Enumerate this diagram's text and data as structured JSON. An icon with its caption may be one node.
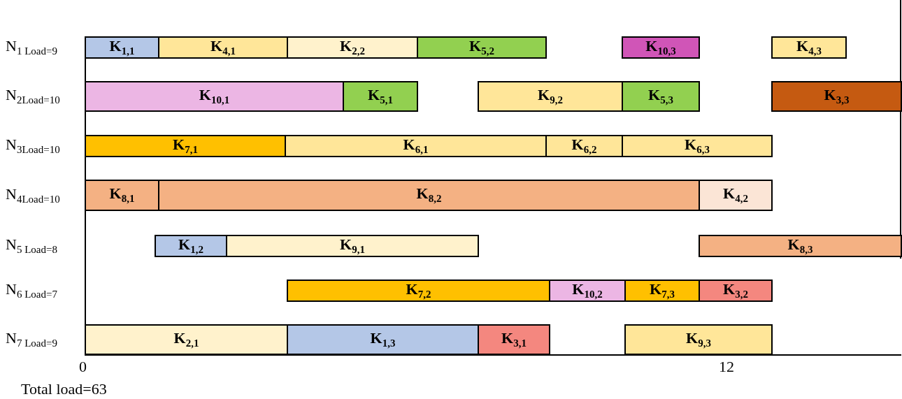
{
  "diagram": {
    "nodes": [
      {
        "text": [
          "K$_{1,1}$"
        ]
      },
      {
        "text": [
          "K$_{4,1}$"
        ]
      },
      {
        "text": [
          "K$_{2,2}$"
        ]
      },
      {
        "text": [
          "K$_{5,2}$"
        ]
      },
      {
        "text": [
          "K$_{10,3}$"
        ]
      },
      {
        "text": [
          "K$_{4,3}$"
        ]
      },
      {
        "text": [
          "K$_{10,1}$"
        ]
      },
      {
        "text": [
          "K$_{5,1}$"
        ]
      },
      {
        "text": [
          "K$_{9,2}$"
        ]
      },
      {
        "text": [
          "K$_{5,3}$"
        ]
      },
      {
        "text": [
          "K$_{3,3}$"
        ]
      },
      {
        "text": [
          "K$_{7,1}$"
        ]
      },
      {
        "text": [
          "K$_{6,1}$"
        ]
      },
      {
        "text": [
          "K$_{6,2}$"
        ]
      },
      {
        "text": [
          "K$_{6,3}$"
        ]
      },
      {
        "text": [
          "K$_{8,1}$"
        ]
      },
      {
        "text": [
          "K$_{8,2}$"
        ]
      },
      {
        "text": [
          "K$_{4,2}$"
        ]
      },
      {
        "text": [
          "K$_{1,2}$"
        ]
      },
      {
        "text": [
          "K$_{9,1}$"
        ]
      },
      {
        "text": [
          "K$_{8,3}$"
        ]
      },
      {
        "text": [
          "K$_{7,2}$"
        ]
      },
      {
        "text": [
          "K$_{10,2}$"
        ]
      },
      {
        "text": [
          "K$_{7,3}$"
        ]
      },
      {
        "text": [
          "K$_{3,2}$"
        ]
      },
      {
        "text": [
          "K$_{2,1}$"
        ]
      },
      {
        "text": [
          "K$_{1,3}$"
        ]
      },
      {
        "text": [
          "K$_{3,1}$"
        ]
      },
      {
        "text": [
          "K$_{9,3}$"
        ]
      }
    ],
    "edges": [],
    "labels": [
      "N$_{1 Load=9}$",
      "N$_{2Load=10}$",
      "N$_{3Load=10}$",
      "N$_{4Load=10}$",
      "N$_{5 Load=8}$",
      "N$_{6 Load=7}$",
      "N$_{7 Load=9}$",
      "0",
      "12",
      "Total load=63"
    ]
  }
}
